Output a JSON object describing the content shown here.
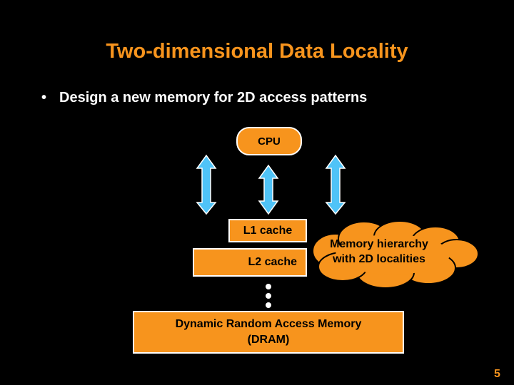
{
  "slide": {
    "title": "Two-dimensional Data Locality",
    "bullet": "Design a new memory for 2D access patterns",
    "page_number": "5"
  },
  "diagram": {
    "cpu_label": "CPU",
    "l1_label": "L1 cache",
    "l2_label": "L2 cache",
    "cloud_line1": "Memory hierarchy",
    "cloud_line2": "with 2D localities",
    "dram_line1": "Dynamic Random Access Memory",
    "dram_line2": "(DRAM)"
  },
  "colors": {
    "accent": "#f7941d",
    "arrow": "#4fc3f7",
    "background": "#000000",
    "cloud": "#f7941d"
  }
}
